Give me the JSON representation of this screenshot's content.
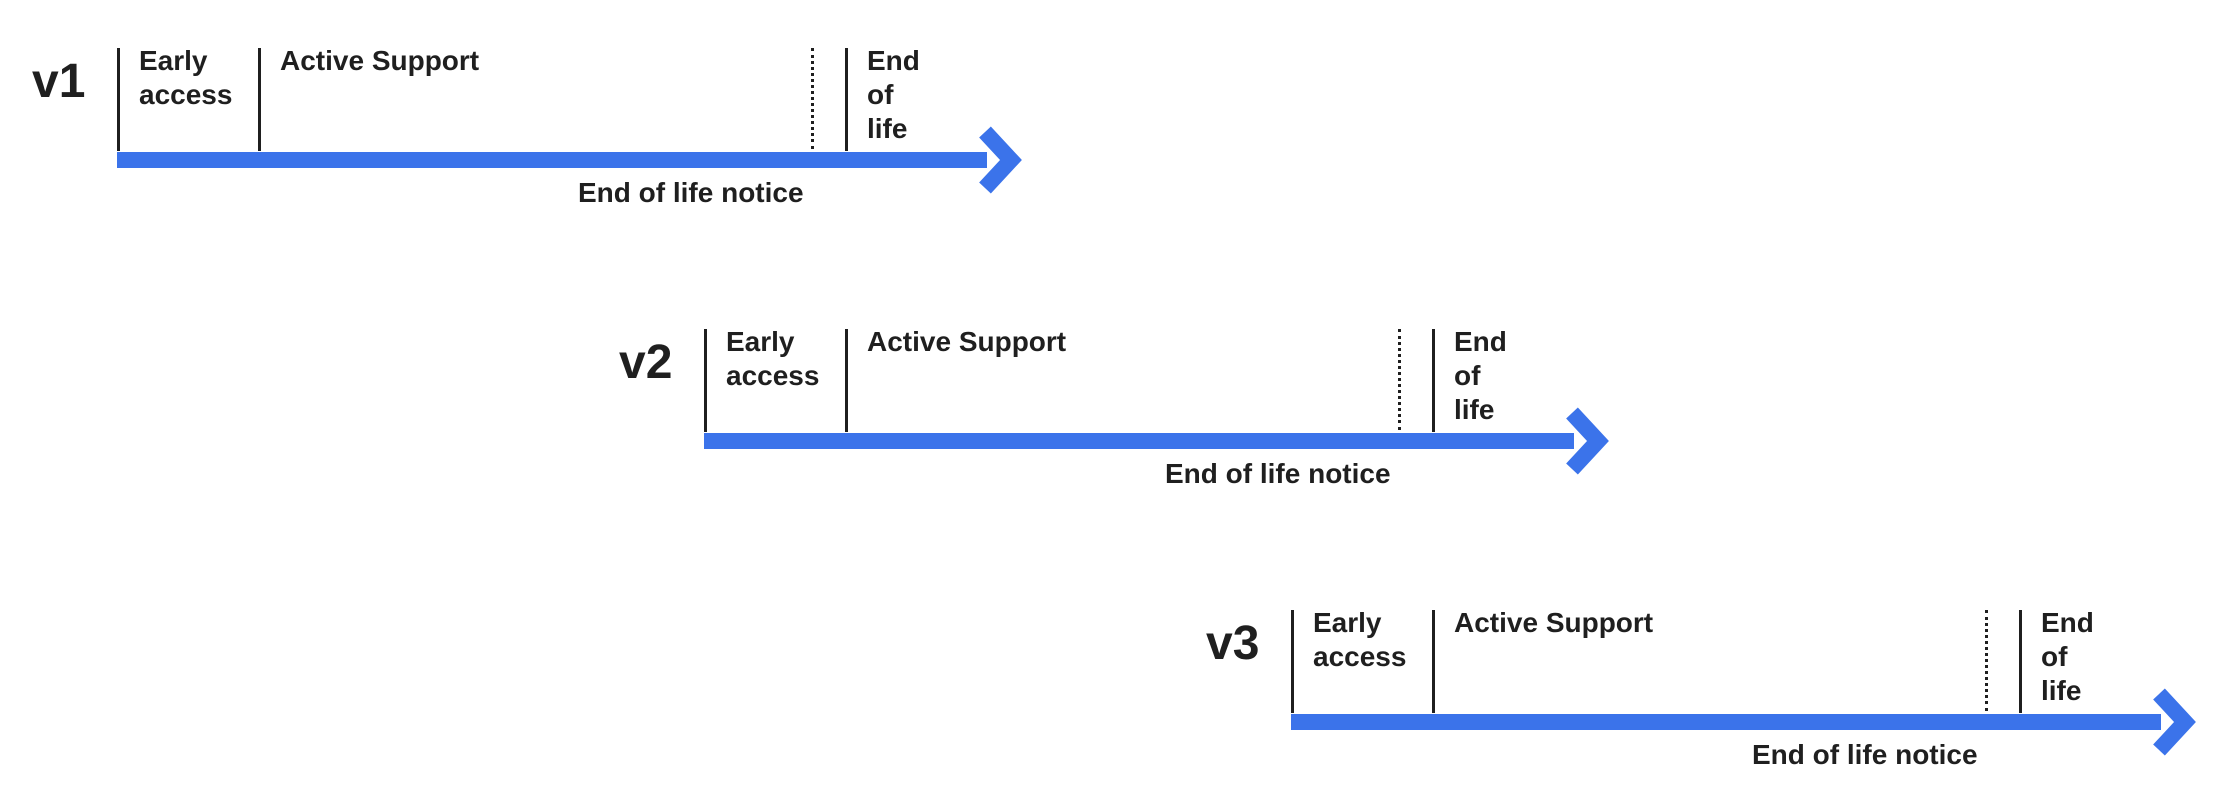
{
  "colors": {
    "arrow": "#3b73ea",
    "text": "#1f1f1f"
  },
  "timelines": [
    {
      "version": "v1",
      "early_access": "Early\naccess",
      "active_support": "Active Support",
      "end_of_life": "End of life",
      "end_of_life_notice": "End of life notice"
    },
    {
      "version": "v2",
      "early_access": "Early\naccess",
      "active_support": "Active Support",
      "end_of_life": "End of life",
      "end_of_life_notice": "End of life notice"
    },
    {
      "version": "v3",
      "early_access": "Early\naccess",
      "active_support": "Active Support",
      "end_of_life": "End of life",
      "end_of_life_notice": "End of life notice"
    }
  ]
}
